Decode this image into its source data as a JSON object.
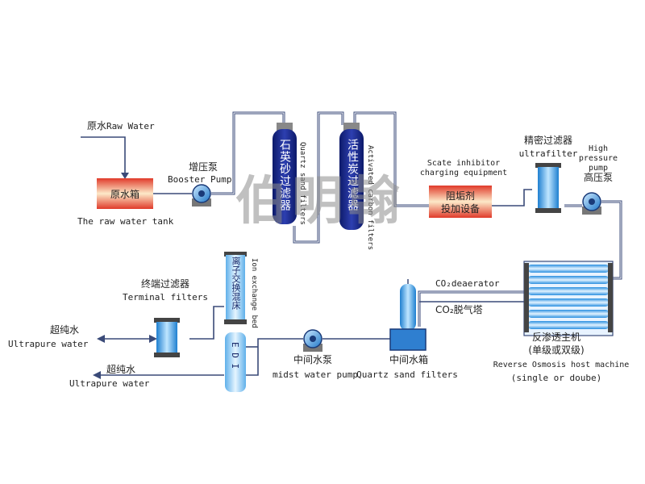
{
  "raw_water": {
    "cn": "原水",
    "en": "Raw Water"
  },
  "raw_tank": {
    "cn": "原水箱",
    "en": "The raw water tank"
  },
  "booster_pump": {
    "cn": "增压泵",
    "en": "Booster Pump"
  },
  "quartz_filter": {
    "cn": "石英砂过滤器",
    "en": "Quartz sand filters"
  },
  "carbon_filter": {
    "cn": "活性炭过滤器",
    "en": "Activated carbon filters"
  },
  "scale_inhibitor": {
    "en_line1": "Scate inhibitor",
    "en_line2": "charging equipment",
    "cn_line1": "阻垢剂",
    "cn_line2": "投加设备"
  },
  "precision_filter": {
    "cn": "精密过滤器",
    "en": "ultrafilter"
  },
  "high_pressure_pump": {
    "en_line1": "High",
    "en_line2": "pressure",
    "en_line3": "pump",
    "cn": "高压泵"
  },
  "ro_machine": {
    "cn_line1": "反渗透主机",
    "cn_line2": "(单级或双级)",
    "en_line1": "Reverse Osmosis host machine",
    "en_line2": "(single or doube)"
  },
  "deaerator": {
    "en": "CO₂deaerator",
    "cn": "CO₂脱气塔"
  },
  "mid_tank": {
    "cn": "中间水箱",
    "en": "Quartz sand filters"
  },
  "mid_pump": {
    "cn": "中间水泵",
    "en": "midst water pump"
  },
  "ion_exchange": {
    "cn": "离子交换混床",
    "en": "Ion exchange bed"
  },
  "edi": {
    "label": "E D I"
  },
  "terminal_filter": {
    "cn": "终端过滤器",
    "en": "Terminal filters"
  },
  "ultrapure_1": {
    "cn": "超纯水",
    "en": "Ultrapure water"
  },
  "ultrapure_2": {
    "cn": "超纯水",
    "en": "Ultrapure water"
  },
  "watermark": "伯明翰",
  "colors": {
    "line": "#3a4a78",
    "navy": "#1a2a8a",
    "blue": "#3a9fe0",
    "tank_red": "#e84030"
  }
}
